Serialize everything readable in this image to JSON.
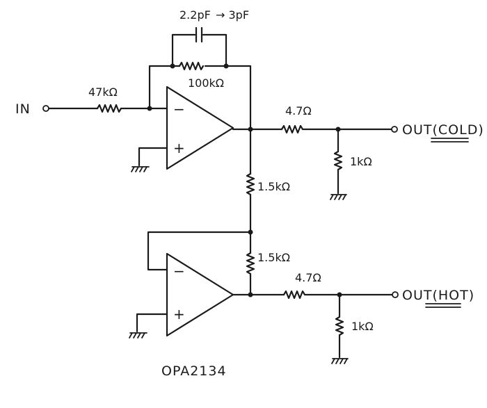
{
  "schematic": {
    "input_label": "IN",
    "feedback_cap": "2.2pF",
    "cap_change": "→ 3pF",
    "feedback_res": "100kΩ",
    "input_res": "47kΩ",
    "cold_series_res": "4.7Ω",
    "cold_load_res": "1kΩ",
    "cold_output": "OUT(COLD)",
    "inv_res_top": "1.5kΩ",
    "inv_res_bottom": "1.5kΩ",
    "hot_series_res": "4.7Ω",
    "hot_load_res": "1kΩ",
    "hot_output": "OUT(HOT)",
    "opamp_top_minus": "−",
    "opamp_top_plus": "+",
    "opamp_bottom_minus": "−",
    "opamp_bottom_plus": "+",
    "part_number": "OPA2134"
  }
}
